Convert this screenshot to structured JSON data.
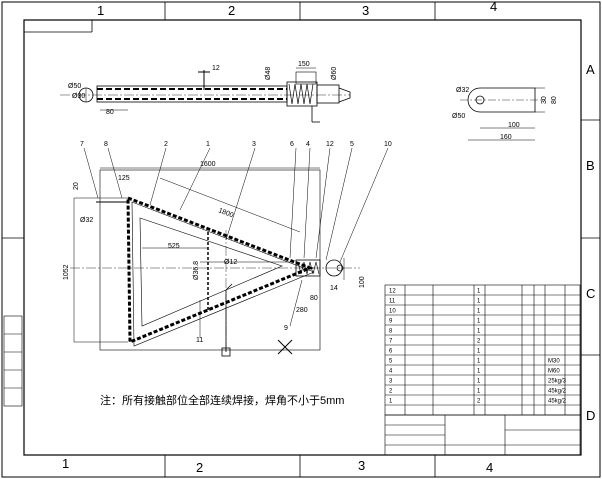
{
  "border": {
    "top_cols": [
      "1",
      "2",
      "3",
      "4"
    ],
    "bottom_cols": [
      "1",
      "2",
      "3",
      "4"
    ],
    "rows": [
      "A",
      "B",
      "C",
      "D"
    ]
  },
  "dims": {
    "d12": "12",
    "d150": "150",
    "d48": "Ø48",
    "d60": "Ø60",
    "d50_left": "Ø50",
    "d30": "Ø30",
    "d80": "80",
    "d1600": "1600",
    "d1800": "1800",
    "d525": "525",
    "d12b": "Ø12",
    "d36": "Ø36.8",
    "d125": "125",
    "d20": "20",
    "d32": "Ø32",
    "d1052": "1052",
    "d100": "100",
    "d14": "14",
    "d280": "280",
    "d80b": "80",
    "r32": "Ø32",
    "r50": "Ø50",
    "r30": "30",
    "r80": "80",
    "r100": "100",
    "r160": "160"
  },
  "leaders": [
    "7",
    "8",
    "2",
    "1",
    "3",
    "6",
    "4",
    "12",
    "5",
    "10",
    "11",
    "9"
  ],
  "note": "注：所有接触部位全部连续焊接，焊角不小于5mm",
  "bom": {
    "rows": [
      {
        "no": "12",
        "qty": "1"
      },
      {
        "no": "11",
        "qty": "1"
      },
      {
        "no": "10",
        "qty": "1"
      },
      {
        "no": "9",
        "qty": "1"
      },
      {
        "no": "8",
        "qty": "1"
      },
      {
        "no": "7",
        "qty": "2"
      },
      {
        "no": "6",
        "qty": "1"
      },
      {
        "no": "5",
        "qty": "1"
      },
      {
        "no": "4",
        "qty": "1"
      },
      {
        "no": "3",
        "qty": "1"
      },
      {
        "no": "2",
        "qty": "1"
      },
      {
        "no": "1",
        "qty": "2"
      }
    ],
    "extra": [
      {
        "r": 8,
        "c3": "M30"
      },
      {
        "r": 9,
        "c3": "M60"
      },
      {
        "r": 10,
        "c3": "25kg/3"
      },
      {
        "r": 11,
        "c3": "45kg/2"
      },
      {
        "r": 12,
        "c3": "45kg/2"
      }
    ]
  }
}
